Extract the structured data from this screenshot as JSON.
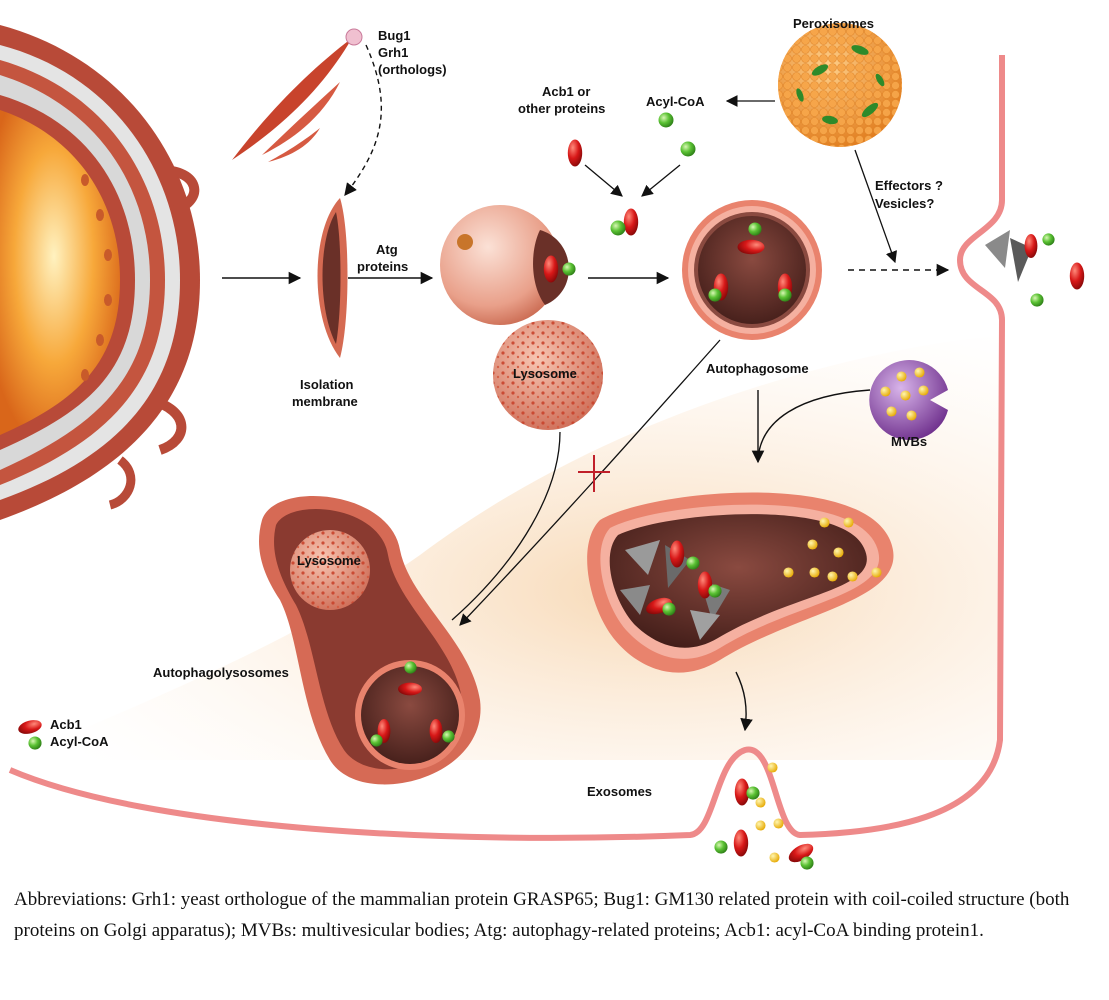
{
  "labels": {
    "bug1": "Bug1",
    "grh1": "Grh1",
    "orthologs": "(orthologs)",
    "peroxisomes": "Peroxisomes",
    "acb1_or": "Acb1 or",
    "other_proteins": "other proteins",
    "acyl_coa_top": "Acyl-CoA",
    "effectors": "Effectors ?",
    "vesicles": "Vesicles?",
    "atg": "Atg",
    "proteins": "proteins",
    "isolation": "Isolation",
    "membrane": "membrane",
    "lysosome_top": "Lysosome",
    "autophagosome": "Autophagosome",
    "mvbs": "MVBs",
    "lysosome_bottom": "Lysosome",
    "autophagolysosomes": "Autophagolysosomes",
    "legend_acb1": "Acb1",
    "legend_acyl_coa": "Acyl-CoA",
    "exosomes": "Exosomes"
  },
  "caption": "Abbreviations: Grh1: yeast orthologue of the mammalian protein GRASP65; Bug1: GM130 related protein with coil-coiled structure (both proteins on Golgi apparatus); MVBs: multivesicular bodies; Atg: autophagy-related proteins; Acb1: acyl-CoA binding protein1.",
  "colors": {
    "membrane": "#ee8a8a",
    "cytoplasm": "#f9e2c8",
    "acb1": "#d81818",
    "acyl_coa": "#4fb82e",
    "peroxisome": "#f29a3a",
    "mvb": "#8a4fa5",
    "vesicle": "#f2c21a",
    "lumen": "#5a2a24"
  }
}
